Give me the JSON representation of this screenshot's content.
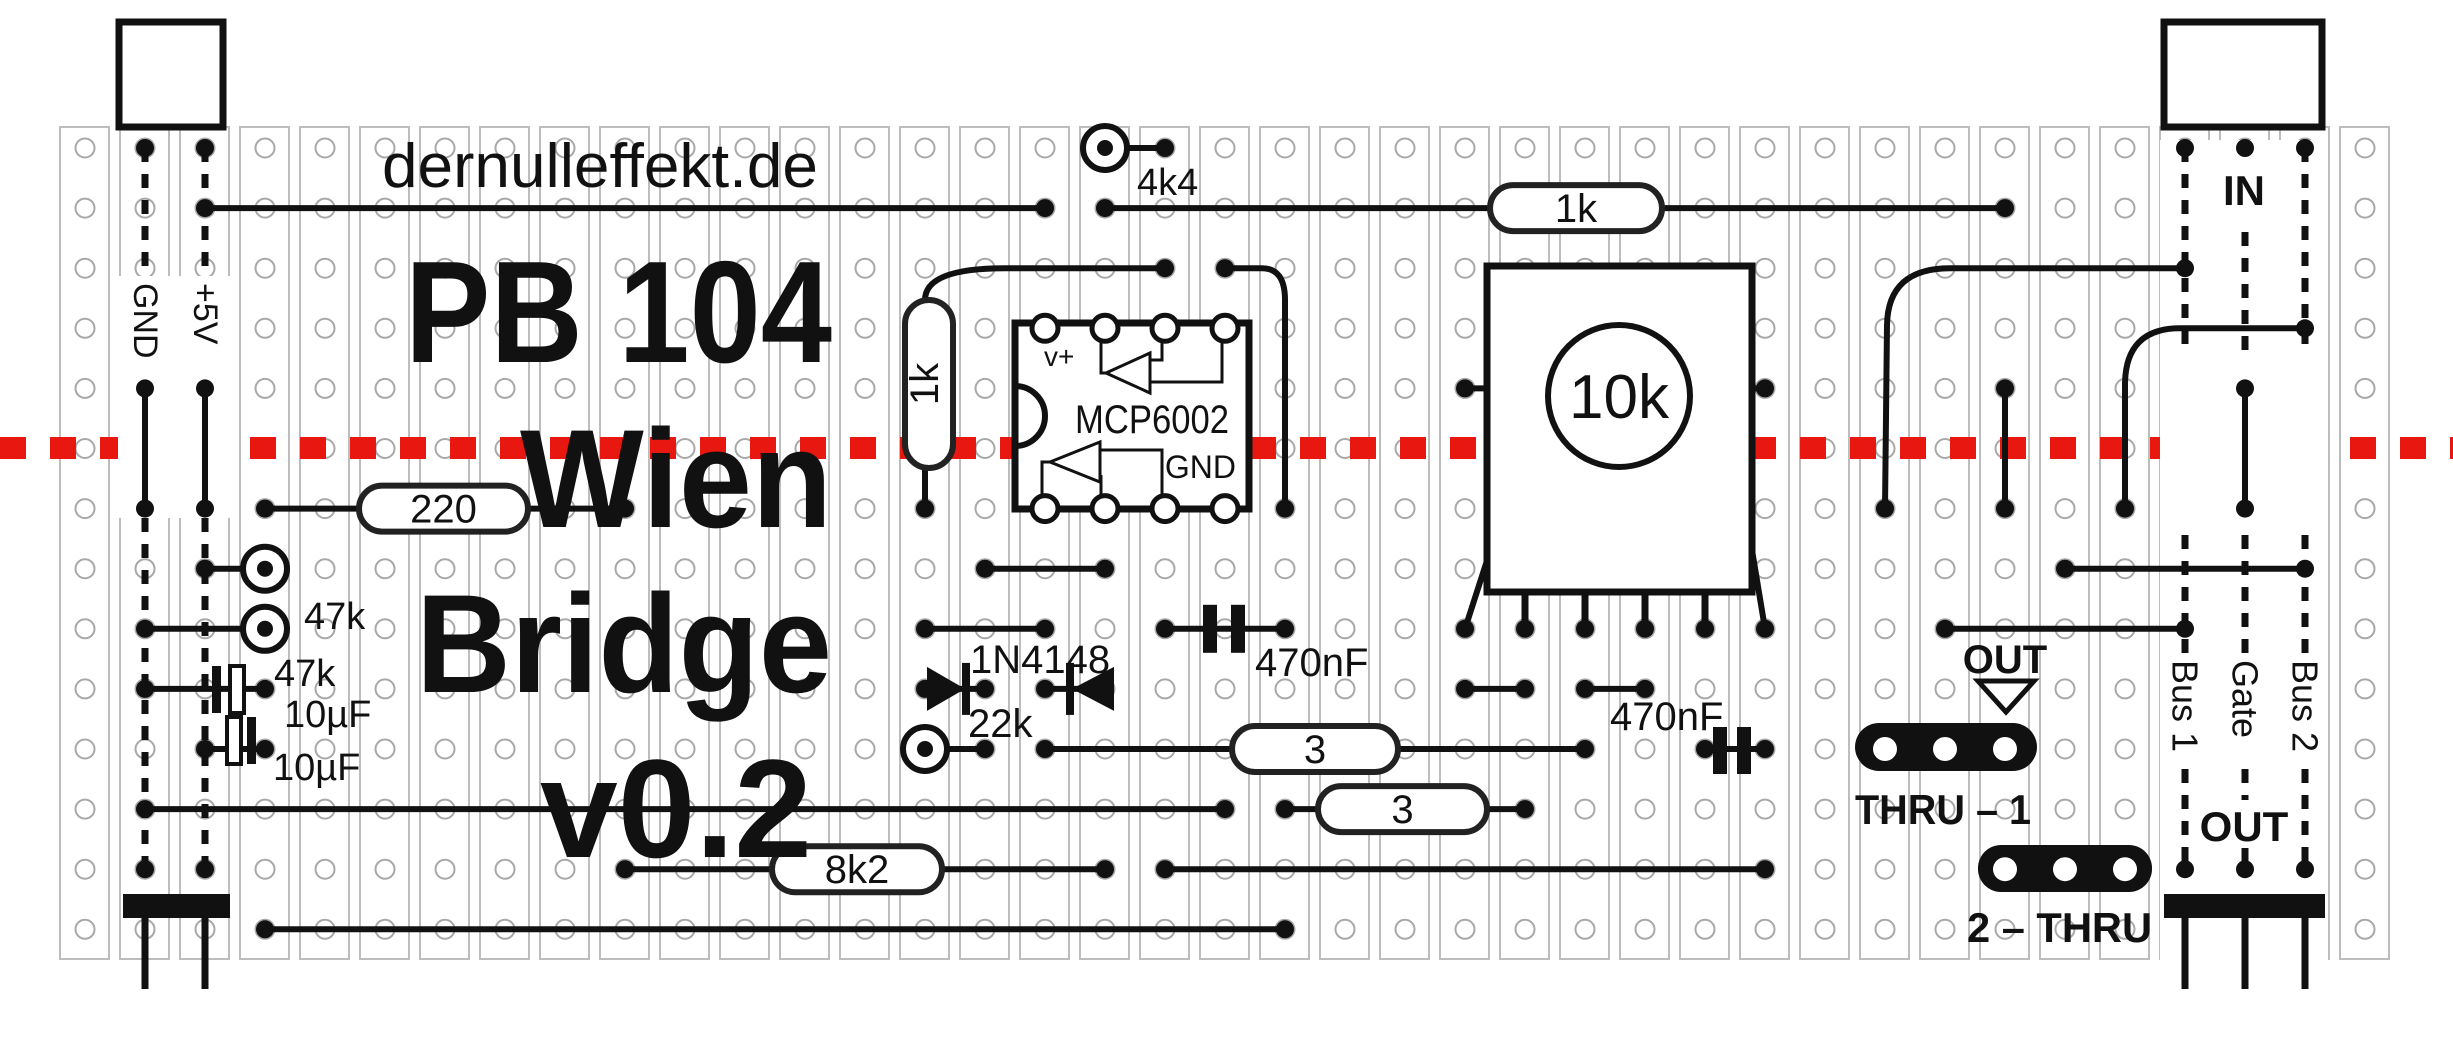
{
  "site": "dernulleffekt.de",
  "title": {
    "line1": "PB 104",
    "line2": "Wien",
    "line3": "Bridge",
    "line4": "v0.2"
  },
  "power": {
    "gnd": "GND",
    "v5": "+5V"
  },
  "components": {
    "r_220": "220",
    "trim_47k_a": "47k",
    "trim_47k_b": "47k",
    "cap_10uf_a": "10µF",
    "cap_10uf_b": "10µF",
    "trim_4k4": "4k4",
    "r_1k_top": "1k",
    "r_1k_vert": "1k",
    "ic_name": "MCP6002",
    "ic_vplus": "v+",
    "ic_gnd": "GND",
    "cap_470nf_a": "470nF",
    "diode": "1N4148",
    "trim_22k": "22k",
    "r_3_a": "3",
    "r_3_b": "3",
    "r_8k2": "8k2",
    "pot_10k": "10k",
    "cap_470nf_b": "470nF"
  },
  "io": {
    "in": "IN",
    "out": "OUT",
    "bus1": "Bus 1",
    "gate": "Gate",
    "bus2": "Bus 2",
    "jumper_out": "OUT",
    "thru1": "THRU – 1",
    "thru2": "2 – THRU"
  },
  "colors": {
    "cut_line": "#e8170f",
    "strip": "#bdbdbd",
    "hole": "#a8a8a8",
    "ink": "#111111"
  }
}
